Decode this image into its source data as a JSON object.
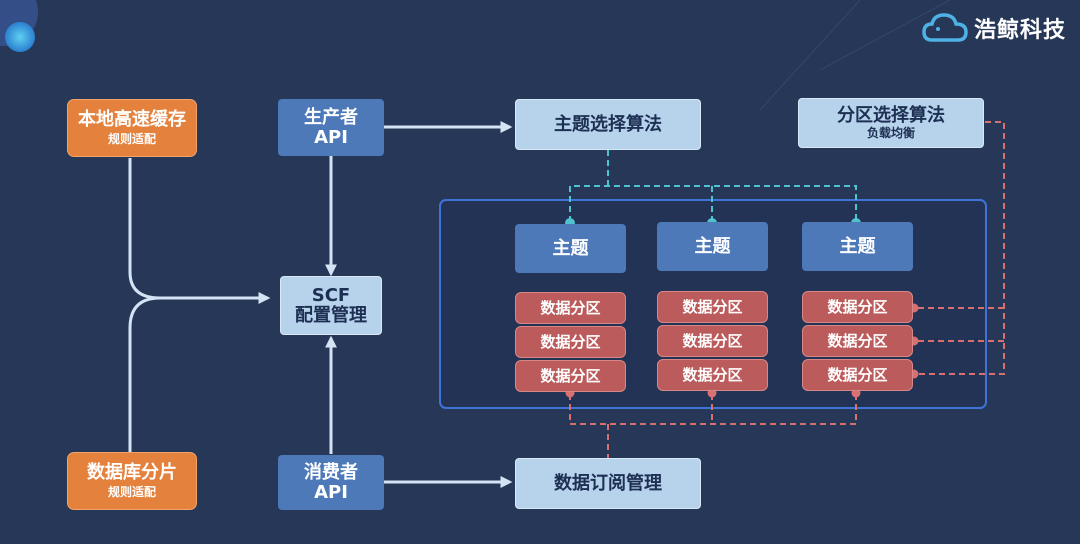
{
  "brand": {
    "name": "浩鲸科技",
    "icon": "cloud-whale-icon",
    "color": "#4fb2e6"
  },
  "colors": {
    "background": "#263758",
    "orange": "#e3813d",
    "blue": "#4d79b8",
    "light_blue": "#b7d3ec",
    "red": "#bc5b5b",
    "teal_line": "#4fc3d0",
    "red_line": "#d87070",
    "arrow": "#b7d3ec"
  },
  "local_cache": {
    "title": "本地高速缓存",
    "subtitle": "规则适配"
  },
  "db_shard": {
    "title": "数据库分片",
    "subtitle": "规则适配"
  },
  "producer": {
    "line1": "生产者",
    "line2": "API"
  },
  "consumer": {
    "line1": "消费者",
    "line2": "API"
  },
  "scf": {
    "line1": "SCF",
    "line2": "配置管理"
  },
  "topic_algo": {
    "title": "主题选择算法"
  },
  "partition_algo": {
    "title": "分区选择算法",
    "subtitle": "负载均衡"
  },
  "subscription": {
    "title": "数据订阅管理"
  },
  "topics": [
    {
      "label": "主题",
      "partitions": [
        "数据分区",
        "数据分区",
        "数据分区"
      ]
    },
    {
      "label": "主题",
      "partitions": [
        "数据分区",
        "数据分区",
        "数据分区"
      ]
    },
    {
      "label": "主题",
      "partitions": [
        "数据分区",
        "数据分区",
        "数据分区"
      ]
    }
  ]
}
